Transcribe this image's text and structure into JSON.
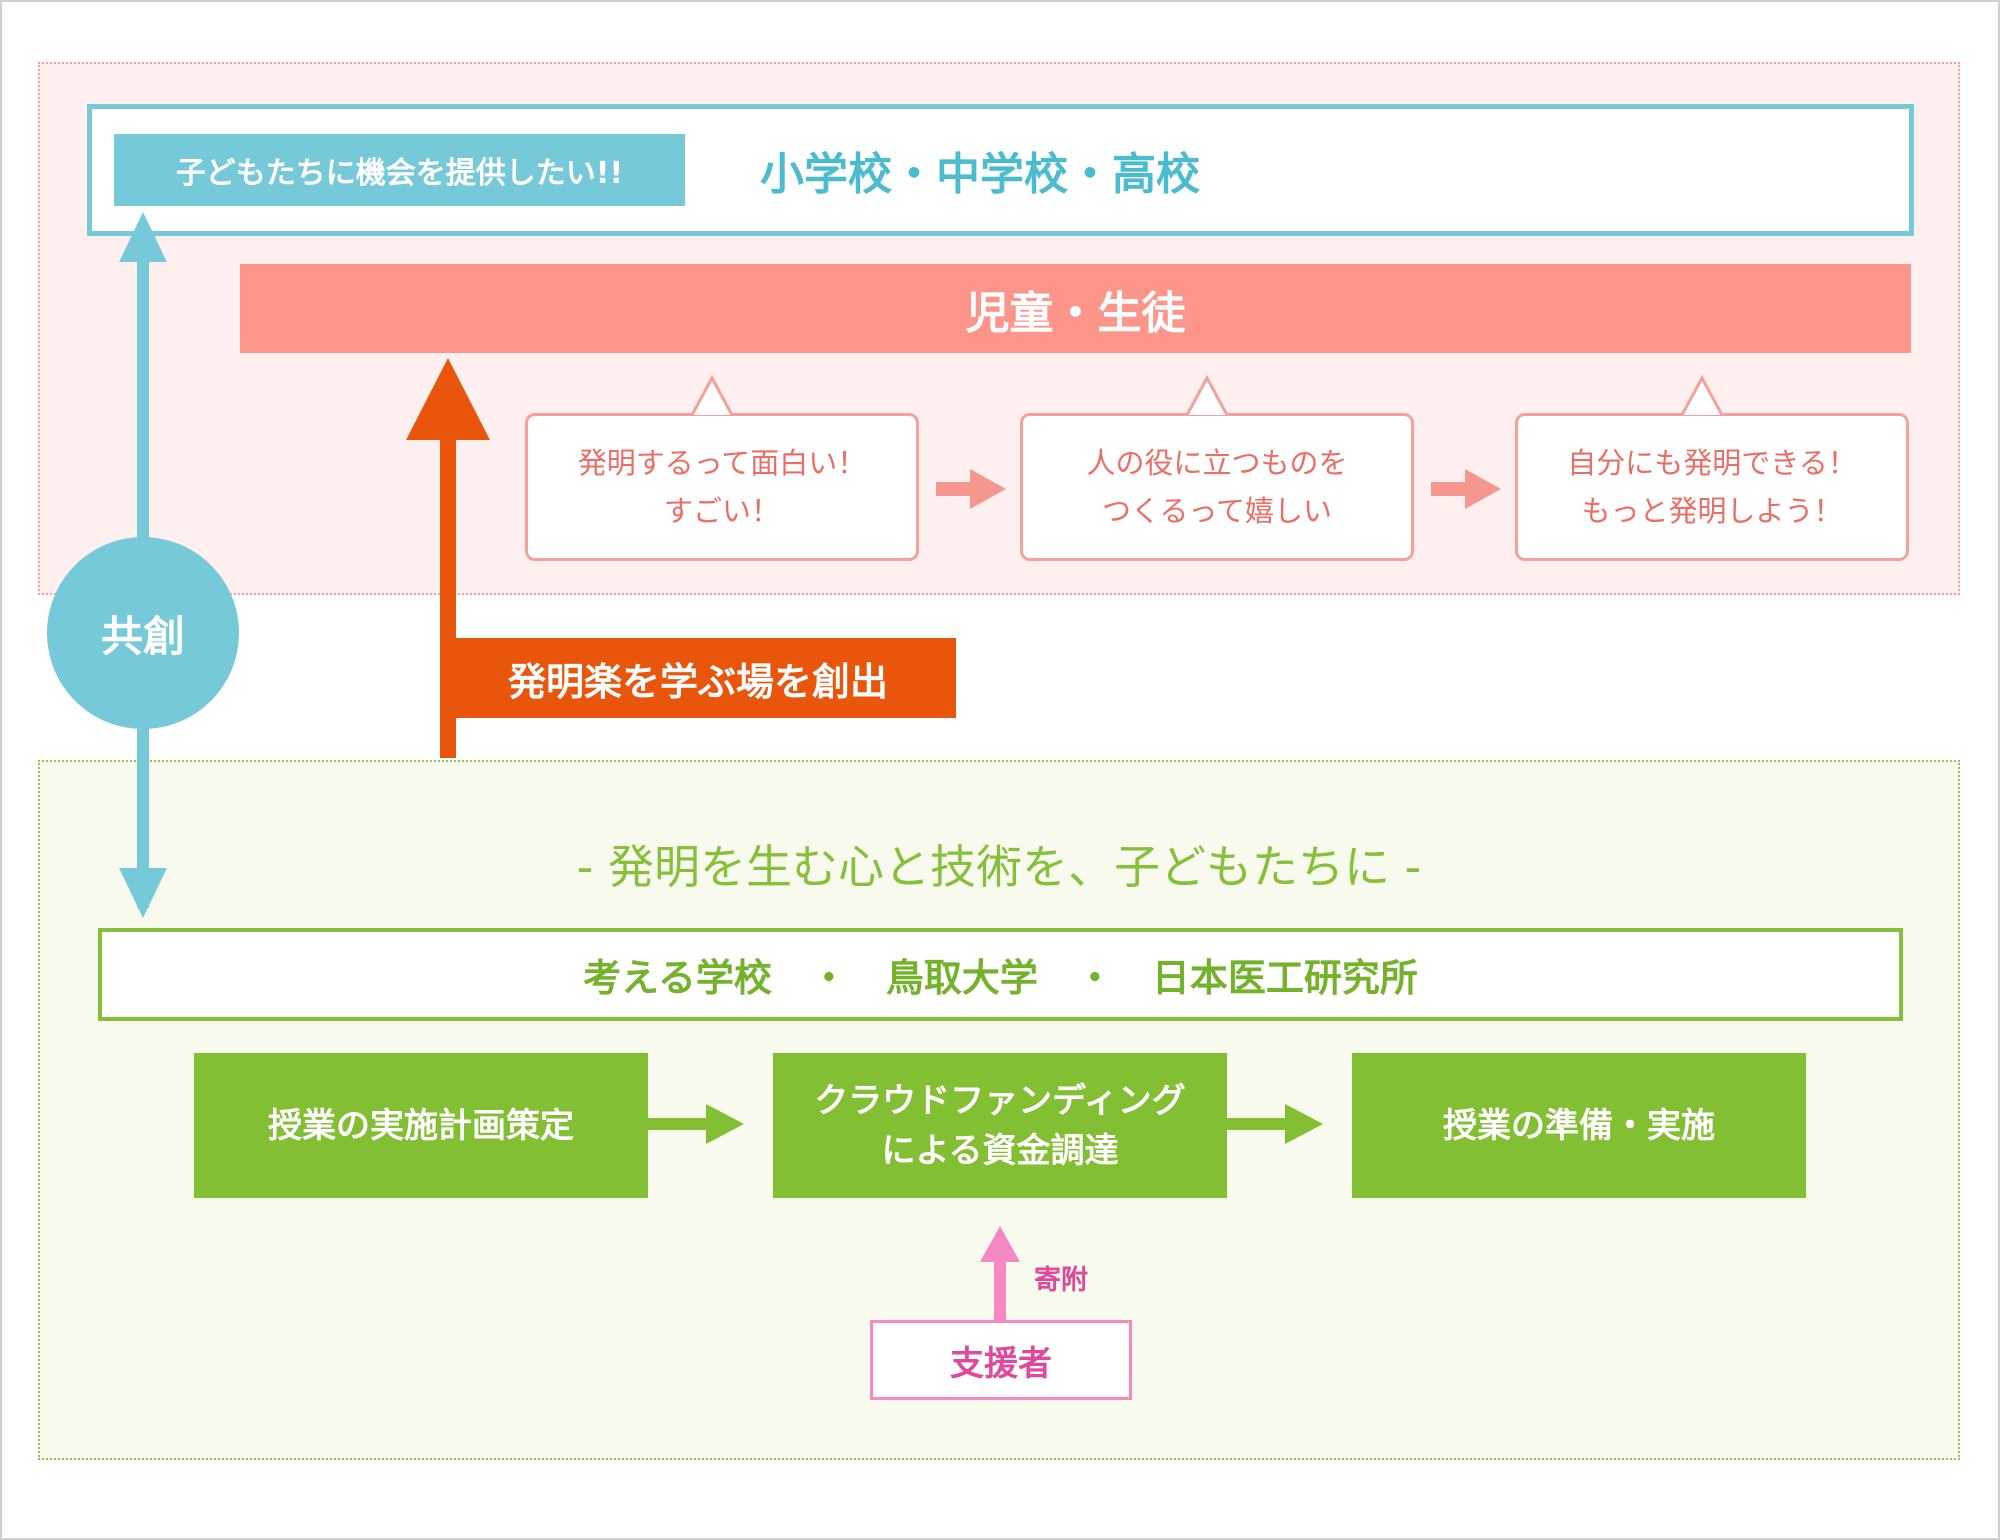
{
  "schools": {
    "tag": "子どもたちに機会を提供したい!!",
    "title": "小学校・中学校・高校"
  },
  "students": {
    "title": "児童・生徒"
  },
  "bubbles": [
    {
      "line1": "発明するって面白い！",
      "line2": "すごい！"
    },
    {
      "line1": "人の役に立つものを",
      "line2": "つくるって嬉しい"
    },
    {
      "line1": "自分にも発明できる！",
      "line2": "もっと発明しよう！"
    }
  ],
  "orange_label": "発明楽を学ぶ場を創出",
  "kyoso": "共創",
  "tagline": "- 発明を生む心と技術を、子どもたちに -",
  "partners": "考える学校　・　鳥取大学　・　日本医工研究所",
  "steps": [
    {
      "line1": "授業の実施計画策定",
      "line2": ""
    },
    {
      "line1": "クラウドファンディング",
      "line2": "による資金調達"
    },
    {
      "line1": "授業の準備・実施",
      "line2": ""
    }
  ],
  "supporter": "支援者",
  "donation": "寄附",
  "colors": {
    "cyan": "#76c9d9",
    "salmon": "#fe958b",
    "orange": "#e9550b",
    "green": "#83bf32",
    "pink": "#f587c2"
  }
}
